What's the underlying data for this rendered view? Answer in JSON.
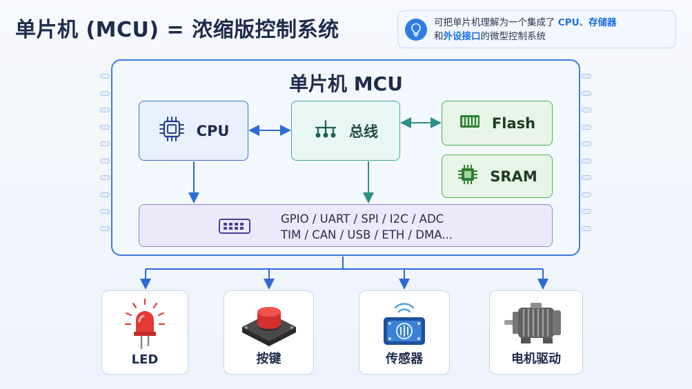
{
  "title": "单片机 (MCU) = 浓缩版控制系统",
  "tip": {
    "icon": "lightbulb-icon",
    "part1": "可把单片机理解为一个集成了 ",
    "hl1": "CPU",
    "sep": "、",
    "hl2": "存储器",
    "part2": "和",
    "hl3": "外设接口",
    "part3": "的微型控制系统"
  },
  "mcu": {
    "title": "单片机 MCU",
    "cpu": {
      "label": "CPU",
      "icon": "cpu-chip-icon"
    },
    "bus": {
      "label": "总线",
      "icon": "network-bus-icon"
    },
    "flash": {
      "label": "Flash",
      "icon": "flash-memory-icon"
    },
    "sram": {
      "label": "SRAM",
      "icon": "ram-chip-icon"
    },
    "peripherals": {
      "icon": "port-icon",
      "line1": "GPIO / UART / SPI / I2C / ADC",
      "line2": "TIM / CAN / USB / ETH / DMA..."
    }
  },
  "devices": [
    {
      "label": "LED",
      "icon": "led-icon"
    },
    {
      "label": "按键",
      "icon": "push-button-icon"
    },
    {
      "label": "传感器",
      "icon": "sensor-icon"
    },
    {
      "label": "电机驱动",
      "icon": "motor-icon"
    }
  ],
  "colors": {
    "accent": "#3b7ae0",
    "cpu": "#3a6ed0",
    "bus": "#3fa79a",
    "memory": "#4caf50",
    "peripheral": "#8f86cf"
  }
}
